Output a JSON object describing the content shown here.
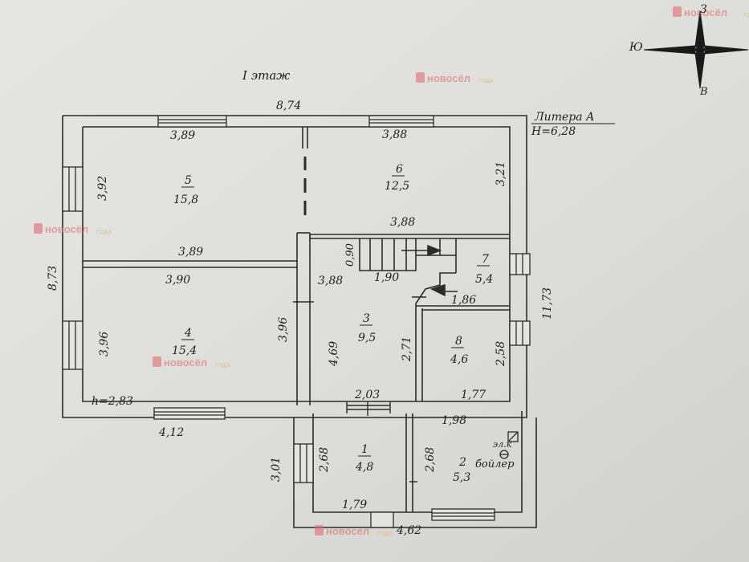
{
  "floor_label": "I этаж",
  "litera": {
    "line1": "Литера А",
    "line2": "H=6,28"
  },
  "compass": {
    "north": "З",
    "east": "В",
    "south": "Ю"
  },
  "watermark": {
    "brand": "новосёл",
    "small": "ГОДА"
  },
  "outer_dims": {
    "top_width": "8,74",
    "left_height": "8,73",
    "right_height": "11,73",
    "bottom_left": "4,12",
    "annex_left": "3,01",
    "annex_bottom": "4,62"
  },
  "rooms": [
    {
      "num": "5",
      "area": "15,8"
    },
    {
      "num": "6",
      "area": "12,5"
    },
    {
      "num": "7",
      "area": "5,4"
    },
    {
      "num": "3",
      "area": "9,5"
    },
    {
      "num": "8",
      "area": "4,6"
    },
    {
      "num": "4",
      "area": "15,4"
    },
    {
      "num": "1",
      "area": "4,8"
    },
    {
      "num": "2",
      "area": "5,3"
    }
  ],
  "room_dims": {
    "r5_top": "3,89",
    "r5_left": "3,92",
    "r5_bottom": "3,89",
    "r6_top": "3,88",
    "r6_right": "3,21",
    "r6_bottom": "3,88",
    "r4_top": "3,90",
    "r4_left": "3,96",
    "r4_right": "3,96",
    "r3_top": "3,88",
    "r3_left": "4,69",
    "r3_right": "2,71",
    "r3_bottom": "2,03",
    "stair_h": "0,90",
    "stair_w": "1,90",
    "r7_w": "1,86",
    "r8_right": "2,58",
    "r8_bottom": "1,77",
    "r1_left": "2,68",
    "r1_bottom": "1,79",
    "r2_left": "2,68",
    "r2_top": "1,98"
  },
  "height_note": "h=2,83",
  "equipment": {
    "panel": "эл.к",
    "boiler": "бойлер"
  }
}
